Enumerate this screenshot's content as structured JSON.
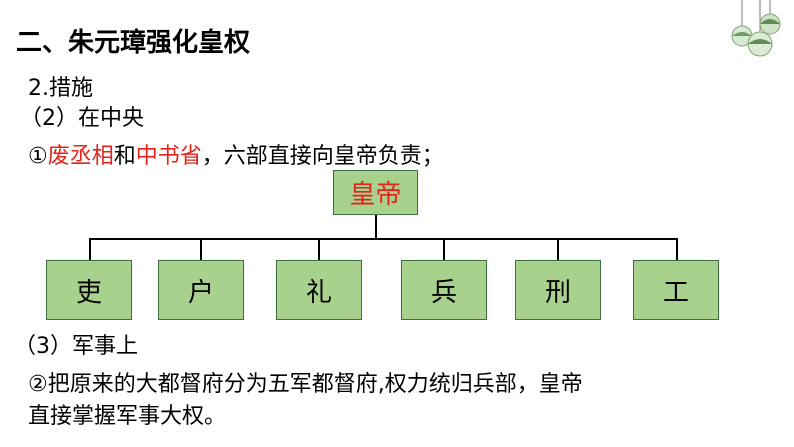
{
  "title": "二、朱元璋强化皇权",
  "measures": "2.措施",
  "central_heading": "（2）在中央",
  "point1": {
    "prefix": "①",
    "abolish": "废丞相",
    "and": "和",
    "secretariat": "中书省",
    "rest": "，六部直接向皇帝负责；"
  },
  "diagram": {
    "root": "皇帝",
    "ministries": [
      "吏",
      "户",
      "礼",
      "兵",
      "刑",
      "工"
    ]
  },
  "military_heading": "（3）军事上",
  "point2_line1": "②把原来的大都督府分为五军都督府,权力统归兵部，皇帝",
  "point2_line2": "直接掌握军事大权。",
  "colors": {
    "box_fill": "#a9d18e",
    "highlight_red": "#e2231a"
  }
}
